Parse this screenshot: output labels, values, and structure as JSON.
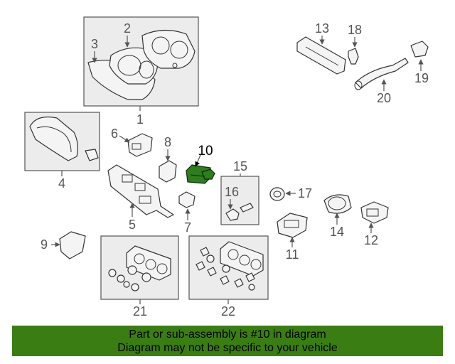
{
  "diagram": {
    "highlight_color": "#3a7d13",
    "highlighted_part": "10",
    "callouts": [
      "1",
      "2",
      "3",
      "4",
      "5",
      "6",
      "7",
      "8",
      "9",
      "10",
      "11",
      "12",
      "13",
      "14",
      "15",
      "16",
      "17",
      "18",
      "19",
      "20",
      "21",
      "22"
    ]
  },
  "banner": {
    "line1": "Part or sub-assembly is #10 in diagram",
    "line2": "Diagram may not be specific to your vehicle"
  }
}
